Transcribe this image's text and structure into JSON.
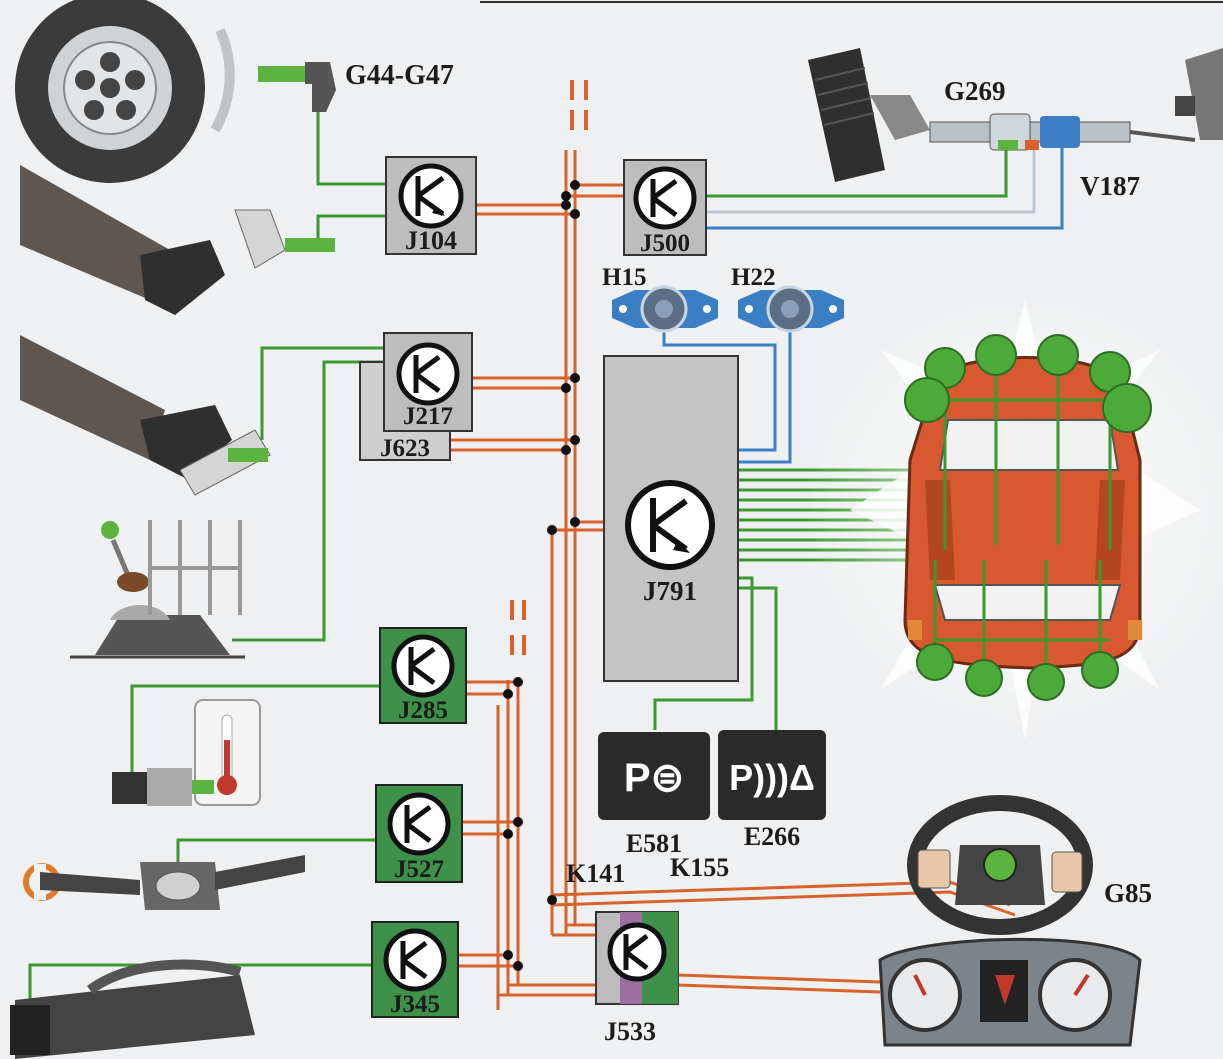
{
  "sensors": {
    "wheel_speed": "G44-G47",
    "steering_torque": "G269",
    "steering_motor": "V187",
    "steering_angle": "G85"
  },
  "control_units": {
    "abs": "J104",
    "steering_assist": "J500",
    "engine": "J217",
    "gearbox": "J623",
    "dash_insert": "J285",
    "column_electronics": "J527",
    "onboard_supply": "J345",
    "park_assist": "J791",
    "gateway": "J533"
  },
  "speakers": {
    "front": "H15",
    "rear": "H22"
  },
  "buttons": {
    "park_steering": "E581",
    "park_distance": "E266",
    "park_steering_icon": "P⊜",
    "park_distance_icon": "P)))Δ"
  },
  "buses": {
    "k141": "K141",
    "k155": "K155"
  },
  "colors": {
    "can_bus": "#d9622b",
    "sensor_wire": "#3a9a2e",
    "signal_wire": "#3a7fc4",
    "module_grey": "#b9b9b9",
    "module_green": "#3e9148",
    "car_body": "#d8582f",
    "sensor_node": "#4caa3a"
  }
}
